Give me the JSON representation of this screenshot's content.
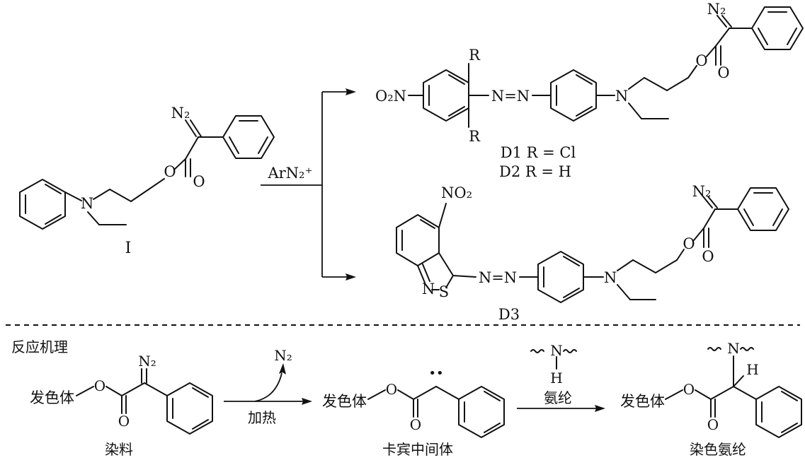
{
  "labels": {
    "N2_top": "N₂",
    "O_label": "O",
    "N_label": "N",
    "N_eq": "N=N",
    "O2N": "O₂N",
    "NO2": "NO₂",
    "R": "R",
    "S": "S",
    "H": "H",
    "I": "I",
    "D1": "D1  R = Cl",
    "D2": "D2  R = H",
    "D3": "D3",
    "reagent": "ArN₂⁺",
    "carbene_dots": "••"
  },
  "mechanism": {
    "title": "反应机理",
    "chromophore": "发色体",
    "heat": "加热",
    "nylon": "氨纶",
    "dye": "染料",
    "carbene_intermediate": "卡宾中间体",
    "dyed_nylon": "染色氨纶"
  }
}
